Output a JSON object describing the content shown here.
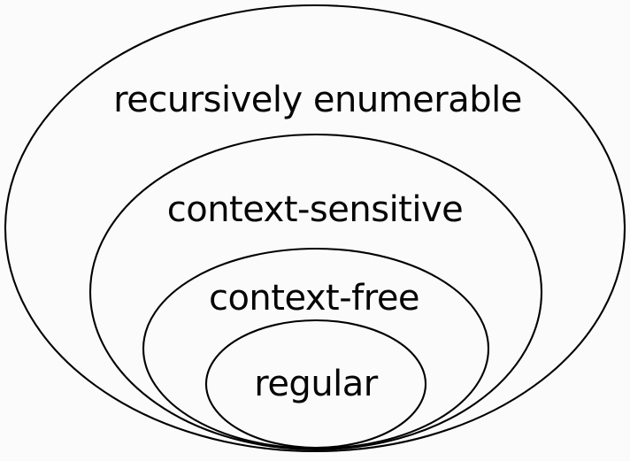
{
  "diagram": {
    "kind": "nested-set-diagram",
    "sets": [
      {
        "label": "recursively enumerable"
      },
      {
        "label": "context-sensitive"
      },
      {
        "label": "context-free"
      },
      {
        "label": "regular"
      }
    ],
    "colors": {
      "stroke": "#000000",
      "background": "#fbfbfb",
      "text": "#050505"
    }
  }
}
